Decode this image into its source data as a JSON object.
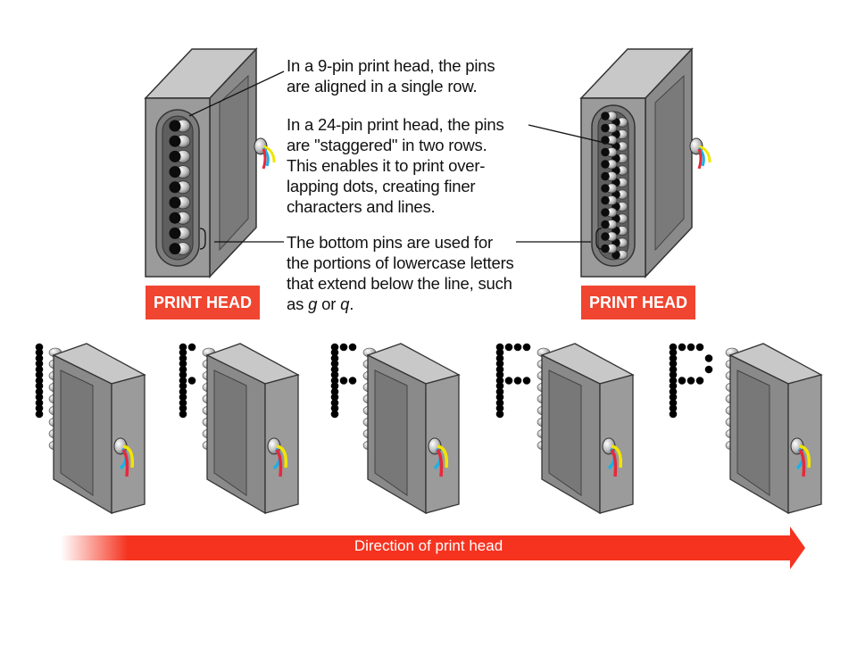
{
  "captions": {
    "nine_pin": [
      "In a 9-pin print head, the pins",
      "are aligned in a single row."
    ],
    "twentyfour_pin": [
      "In a 24-pin print head, the pins",
      "are \"staggered\" in two rows.",
      "This enables it to print over-",
      "lapping dots, creating finer",
      "characters and lines."
    ],
    "bottom_pins": {
      "line1": "The bottom pins are used for",
      "line2": "the portions of lowercase letters",
      "line3": "that extend below the line, such",
      "line4_pre": "as ",
      "letter_g": "g",
      "line4_mid": " or ",
      "letter_q": "q",
      "line4_post": "."
    }
  },
  "labels": {
    "print_head_left": "PRINT HEAD",
    "print_head_right": "PRINT HEAD",
    "direction": "Direction of print head"
  },
  "colors": {
    "label_red": "#f04530",
    "arrow_red": "#f5331f",
    "head_front": "#9b9b9b",
    "head_side": "#858585",
    "head_top": "#c8c8c8",
    "wire_yellow": "#f2e500",
    "wire_cyan": "#1ab2e6",
    "wire_red": "#e8283c"
  },
  "icons": [
    "nine-pin-print-head-icon",
    "twentyfour-pin-print-head-icon",
    "moving-print-head-icon",
    "dot-matrix-letter-P-icon",
    "direction-arrow-icon"
  ]
}
